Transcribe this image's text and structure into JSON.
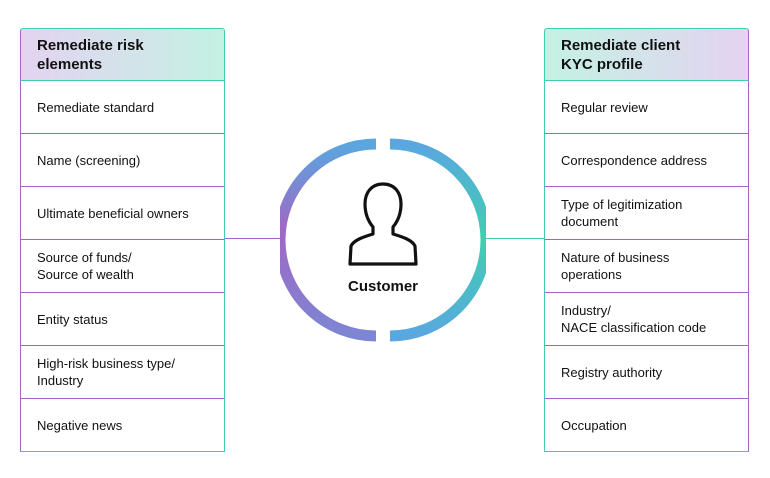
{
  "left_panel": {
    "title": "Remediate risk\nelements",
    "items": [
      "Remediate standard",
      "Name (screening)",
      "Ultimate beneficial owners",
      "Source of funds/\nSource of wealth",
      "Entity status",
      "High-risk business type/\nIndustry",
      "Negative news"
    ]
  },
  "right_panel": {
    "title": "Remediate client\nKYC profile",
    "items": [
      "Regular review",
      "Correspondence address",
      "Type of legitimization\ndocument",
      "Nature of business\noperations",
      "Industry/\nNACE classification code",
      "Registry authority",
      "Occupation"
    ]
  },
  "center": {
    "label": "Customer",
    "icon": "person-icon"
  },
  "colors": {
    "purple": "#a067c4",
    "teal": "#3fcfb0",
    "blue": "#5aa7e0"
  }
}
